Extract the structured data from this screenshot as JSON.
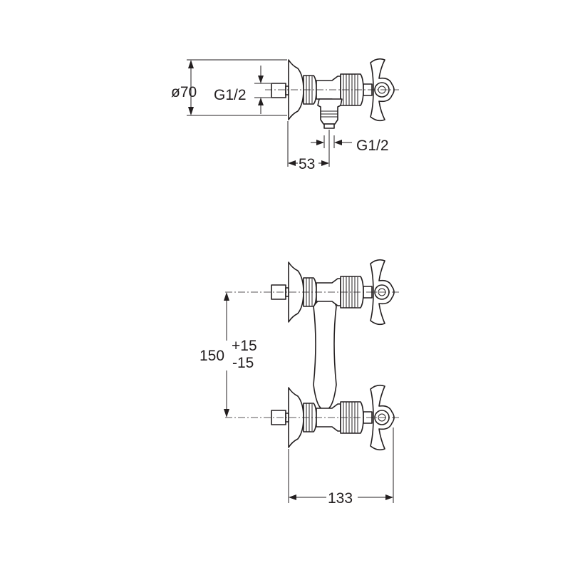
{
  "dimensions": {
    "diameter": "ø70",
    "thread_left": "G1/2",
    "thread_bottom": "G1/2",
    "depth": "53",
    "spacing": "150",
    "tolerance_plus": "+15",
    "tolerance_minus": "-15",
    "width": "133"
  },
  "colors": {
    "line": "#231f20",
    "background": "#ffffff"
  }
}
